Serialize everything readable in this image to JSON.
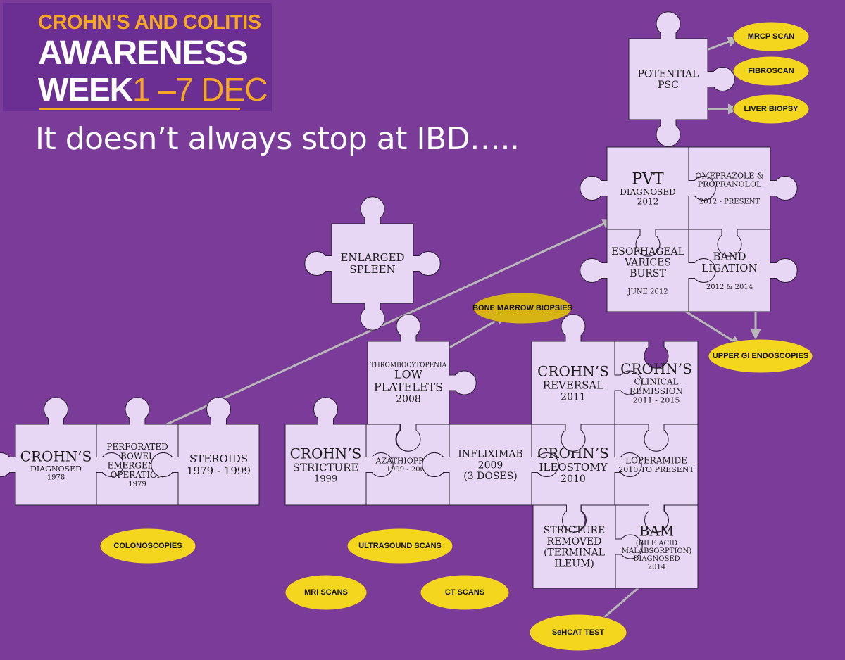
{
  "header": {
    "line1": "CROHN’S AND COLITIS",
    "line2": "AWARENESS",
    "line3_word": "WEEK",
    "line3_dates": "1 –7 DEC"
  },
  "subtitle": "It doesn’t always stop at IBD…..",
  "pieces": [
    {
      "id": "crohns-diagnosed",
      "lines": [
        {
          "t": "CROHN’S",
          "s": 20
        },
        {
          "t": "DIAGNOSED",
          "s": 11
        },
        {
          "t": "1978",
          "s": 10
        }
      ]
    },
    {
      "id": "perforated-bowel",
      "lines": [
        {
          "t": "PERFORATED",
          "s": 12
        },
        {
          "t": "BOWEL",
          "s": 12
        },
        {
          "t": "EMERGENCY",
          "s": 12
        },
        {
          "t": "OPERATION",
          "s": 12
        },
        {
          "t": "1979",
          "s": 10
        }
      ]
    },
    {
      "id": "steroids",
      "lines": [
        {
          "t": "STEROIDS",
          "s": 15
        },
        {
          "t": "1979 - 1999",
          "s": 15
        }
      ]
    },
    {
      "id": "crohns-stricture",
      "lines": [
        {
          "t": "CROHN’S",
          "s": 20
        },
        {
          "t": "STRICTURE",
          "s": 15
        },
        {
          "t": "1999",
          "s": 13
        }
      ]
    },
    {
      "id": "azathioprine",
      "lines": [
        {
          "t": "AZATHIOPRINE",
          "s": 11
        },
        {
          "t": "1999 - 2008",
          "s": 10
        }
      ]
    },
    {
      "id": "infliximab",
      "lines": [
        {
          "t": "INFLIXIMAB",
          "s": 14
        },
        {
          "t": "2009",
          "s": 14
        },
        {
          "t": "(3 DOSES)",
          "s": 14
        }
      ]
    },
    {
      "id": "crohns-ileostomy",
      "lines": [
        {
          "t": "CROHN’S",
          "s": 20
        },
        {
          "t": "ILEOSTOMY",
          "s": 15
        },
        {
          "t": "2010",
          "s": 14
        }
      ]
    },
    {
      "id": "loperamide",
      "lines": [
        {
          "t": "LOPERAMIDE",
          "s": 12
        },
        {
          "t": "2010 TO PRESENT",
          "s": 11
        }
      ]
    },
    {
      "id": "low-platelets",
      "lines": [
        {
          "t": "THROMBOCYTOPENIA",
          "s": 9
        },
        {
          "t": "LOW",
          "s": 16
        },
        {
          "t": "PLATELETS",
          "s": 16
        },
        {
          "t": "2008",
          "s": 14
        }
      ]
    },
    {
      "id": "crohns-reversal",
      "lines": [
        {
          "t": "CROHN’S",
          "s": 20
        },
        {
          "t": "REVERSAL",
          "s": 15
        },
        {
          "t": "2011",
          "s": 14
        }
      ]
    },
    {
      "id": "crohns-remission",
      "lines": [
        {
          "t": "CROHN’S",
          "s": 20
        },
        {
          "t": "CLINICAL",
          "s": 12
        },
        {
          "t": "REMISSION",
          "s": 12
        },
        {
          "t": "2011 - 2015",
          "s": 11
        }
      ]
    },
    {
      "id": "stricture-removed",
      "lines": [
        {
          "t": "STRICTURE",
          "s": 14
        },
        {
          "t": "REMOVED",
          "s": 14
        },
        {
          "t": "(TERMINAL",
          "s": 14
        },
        {
          "t": "ILEUM)",
          "s": 14
        }
      ]
    },
    {
      "id": "bam",
      "lines": [
        {
          "t": "BAM",
          "s": 20
        },
        {
          "t": "(BILE ACID",
          "s": 10
        },
        {
          "t": "MALABSORPTION)",
          "s": 10
        },
        {
          "t": "DIAGNOSED",
          "s": 10
        },
        {
          "t": "2014",
          "s": 10
        }
      ]
    },
    {
      "id": "pvt",
      "lines": [
        {
          "t": "PVT",
          "s": 22
        },
        {
          "t": "DIAGNOSED",
          "s": 12
        },
        {
          "t": "2012",
          "s": 12
        }
      ]
    },
    {
      "id": "omeprazole",
      "lines": [
        {
          "t": "OMEPRAZOLE &",
          "s": 11
        },
        {
          "t": "PROPRANOLOL",
          "s": 11
        },
        {
          "t": "",
          "s": 11
        },
        {
          "t": "2012 - PRESENT",
          "s": 10
        }
      ]
    },
    {
      "id": "esophageal-varices",
      "lines": [
        {
          "t": "ESOPHAGEAL",
          "s": 14
        },
        {
          "t": "VARICES",
          "s": 14
        },
        {
          "t": "BURST",
          "s": 14
        },
        {
          "t": "",
          "s": 11
        },
        {
          "t": "JUNE 2012",
          "s": 10
        }
      ]
    },
    {
      "id": "band-ligation",
      "lines": [
        {
          "t": "BAND",
          "s": 15
        },
        {
          "t": "LIGATION",
          "s": 15
        },
        {
          "t": "",
          "s": 11
        },
        {
          "t": "2012 & 2014",
          "s": 10
        }
      ]
    },
    {
      "id": "enlarged-spleen",
      "lines": [
        {
          "t": "ENLARGED",
          "s": 15
        },
        {
          "t": "SPLEEN",
          "s": 15
        }
      ]
    },
    {
      "id": "potential-psc",
      "lines": [
        {
          "t": "POTENTIAL",
          "s": 14
        },
        {
          "t": "PSC",
          "s": 14
        }
      ]
    }
  ],
  "pills": [
    {
      "id": "mrcp-scan",
      "label": "MRCP SCAN"
    },
    {
      "id": "fibroscan",
      "label": "FIBROSCAN"
    },
    {
      "id": "liver-biopsy",
      "label": "LIVER BIOPSY"
    },
    {
      "id": "bone-marrow-biopsies",
      "label": "BONE MARROW BIOPSIES",
      "dark": true
    },
    {
      "id": "upper-gi-endoscopies",
      "label": "UPPER GI ENDOSCOPIES"
    },
    {
      "id": "colonoscopies",
      "label": "COLONOSCOPIES"
    },
    {
      "id": "ultrasound-scans",
      "label": "ULTRASOUND SCANS"
    },
    {
      "id": "mri-scans",
      "label": "MRI SCANS"
    },
    {
      "id": "ct-scans",
      "label": "CT SCANS"
    },
    {
      "id": "sehcat-test",
      "label": "SeHCAT TEST"
    }
  ],
  "arrows": [
    {
      "from": "perforated-bowel",
      "to": "pvt"
    },
    {
      "from": "low-platelets",
      "to": "bone-marrow-biopsies"
    },
    {
      "from": "esophageal-varices",
      "to": "upper-gi-endoscopies"
    },
    {
      "from": "band-ligation",
      "to": "upper-gi-endoscopies"
    },
    {
      "from": "potential-psc",
      "to": "mrcp-scan"
    },
    {
      "from": "potential-psc",
      "to": "fibroscan"
    },
    {
      "from": "potential-psc",
      "to": "liver-biopsy"
    },
    {
      "from": "sehcat-test",
      "to": "bam"
    }
  ]
}
